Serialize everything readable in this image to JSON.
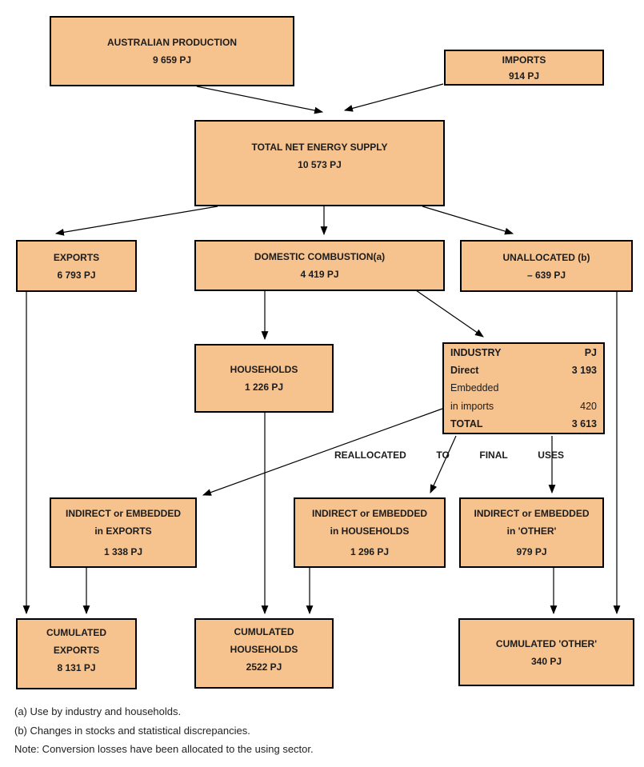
{
  "colors": {
    "box_fill": "#F6C28E",
    "box_border": "#000000",
    "arrow": "#000000",
    "background": "#FFFFFF"
  },
  "nodes": {
    "australian_production": {
      "title": "AUSTRALIAN PRODUCTION",
      "value": "9 659 PJ"
    },
    "imports": {
      "title": "IMPORTS",
      "value": "914 PJ"
    },
    "total_net_energy_supply": {
      "title": "TOTAL NET ENERGY SUPPLY",
      "value": "10 573 PJ"
    },
    "exports": {
      "title": "EXPORTS",
      "value": "6 793 PJ"
    },
    "domestic_combustion": {
      "title": "DOMESTIC COMBUSTION(a)",
      "value": "4 419 PJ"
    },
    "unallocated": {
      "title": "UNALLOCATED (b)",
      "value": "– 639 PJ"
    },
    "households": {
      "title": "HOUSEHOLDS",
      "value": "1 226 PJ"
    },
    "industry": {
      "rows": [
        {
          "label": "INDUSTRY",
          "value": "PJ"
        },
        {
          "label": "Direct",
          "value": "3 193"
        },
        {
          "label": "Embedded",
          "value": ""
        },
        {
          "label": "in imports",
          "value": "420"
        },
        {
          "label": "TOTAL",
          "value": "3 613"
        }
      ]
    },
    "indirect_exports": {
      "line1": "INDIRECT or EMBEDDED",
      "line2": "in EXPORTS",
      "value": "1 338 PJ"
    },
    "indirect_households": {
      "line1": "INDIRECT or EMBEDDED",
      "line2": "in HOUSEHOLDS",
      "value": "1 296 PJ"
    },
    "indirect_other": {
      "line1": "INDIRECT or EMBEDDED",
      "line2": "in 'OTHER'",
      "value": "979 PJ"
    },
    "cumulated_exports": {
      "line1": "CUMULATED",
      "line2": "EXPORTS",
      "value": "8 131 PJ"
    },
    "cumulated_households": {
      "line1": "CUMULATED",
      "line2": "HOUSEHOLDS",
      "value": "2522 PJ"
    },
    "cumulated_other": {
      "title": "CUMULATED 'OTHER'",
      "value": "340 PJ"
    }
  },
  "reallocated_caption": {
    "words": [
      "REALLOCATED",
      "TO",
      "FINAL",
      "USES"
    ]
  },
  "footnotes": [
    "(a) Use by industry and households.",
    "(b) Changes in stocks and statistical discrepancies.",
    "Note: Conversion losses have been allocated to the using sector."
  ]
}
